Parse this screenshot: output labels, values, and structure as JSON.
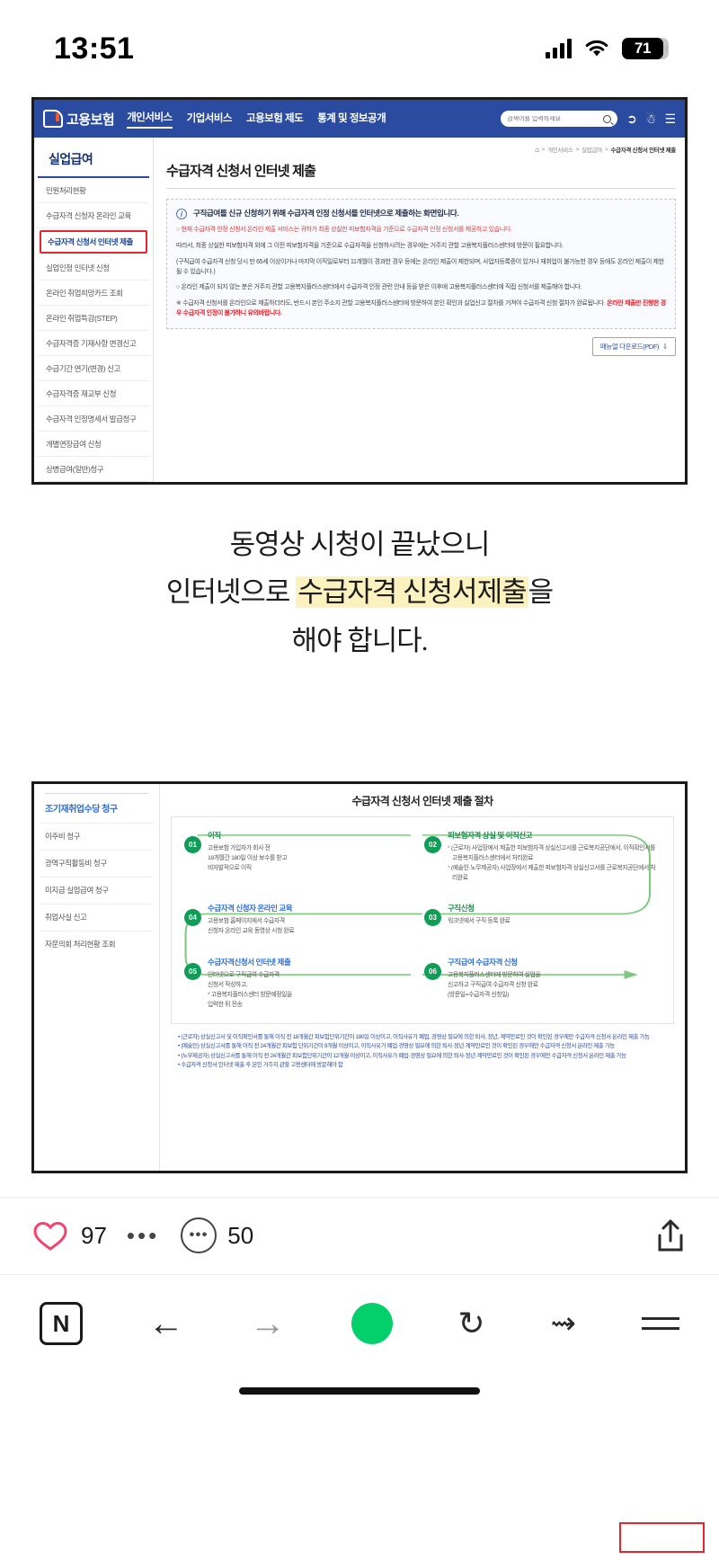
{
  "status_bar": {
    "time": "13:51",
    "battery": "71",
    "signal_icon": "cellular-signal-icon",
    "wifi_icon": "wifi-icon"
  },
  "screenshot_one": {
    "site": {
      "logo_text": "고용보험",
      "nav": [
        {
          "label": "개인서비스",
          "active": true
        },
        {
          "label": "기업서비스",
          "active": false
        },
        {
          "label": "고용보험 제도",
          "active": false
        },
        {
          "label": "통계 및 정보공개",
          "active": false
        }
      ],
      "search_placeholder": "검색어를 입력하세요",
      "icons": [
        "logout-icon",
        "user-icon",
        "hamburger-menu-icon"
      ]
    },
    "sidebar": {
      "title": "실업급여",
      "items": [
        {
          "label": "민원처리현황",
          "highlighted": false
        },
        {
          "label": "수급자격 신청자 온라인 교육",
          "highlighted": false
        },
        {
          "label": "수급자격 신청서 인터넷 제출",
          "highlighted": true
        },
        {
          "label": "실업인정 인터넷 신청",
          "highlighted": false
        },
        {
          "label": "온라인 취업희망카드 조회",
          "highlighted": false
        },
        {
          "label": "온라인 취업특강(STEP)",
          "highlighted": false
        },
        {
          "label": "수급자격증 기재사항 변경신고",
          "highlighted": false
        },
        {
          "label": "수급기간 연기(변경) 신고",
          "highlighted": false
        },
        {
          "label": "수급자격증 재교부 신청",
          "highlighted": false
        },
        {
          "label": "수급자격 인정명세서 발급청구",
          "highlighted": false
        },
        {
          "label": "개별연장급여 신청",
          "highlighted": false
        },
        {
          "label": "상병급여(일반)청구",
          "highlighted": false
        }
      ]
    },
    "breadcrumb": {
      "home_icon": "home-icon",
      "path": [
        "개인서비스",
        "실업급여"
      ],
      "current": "수급자격 신청서 인터넷 제출"
    },
    "page_title": "수급자격 신청서 인터넷 제출",
    "info_box": {
      "icon": "info-icon",
      "headline": "구직급여를 신규 신청하기 위해 수급자격 인정 신청서를 인터넷으로 제출하는 화면입니다.",
      "paragraphs": [
        "○ 현재 수급자격 인정 신청서 온라인 제출 서비스는 귀하가 최종 상실한 피보험자격을 기준으로 수급자격 인정 신청서를 제공하고 있습니다.",
        "따라서, 최종 상실한 피보험자격 외에 그 이전 피보험자격을 기준으로 수급자격을 신청하시려는 경우에는 거주지 관할 고용복지플러스센터에 방문이 필요합니다.",
        "(구직급여 수급자격 신청 당시 만 65세 이상이거나 마지막 이직일로부터 11개월이 경과한 경우 등에는 온라인 제출이 제한되며, 사업자등록증이 있거나 재취업이 불가능한 경우 등에도 온라인 제출이 제한 될 수 있습니다.)",
        "○ 온라인 제출이 되지 않는 분은 거주지 관할 고용복지플러스센터에서 수급자격 인정 관련 안내 등을 받은 이후에 고용복지플러스센터에 직접 신청서를 제출해야 합니다."
      ],
      "note_prefix": "※ 수급자격 신청서를 온라인으로 제출하더라도, 반드시 본인 주소지 관할 고용복지플러스센터에 방문하여 본인 확인과 실업신고 절차를 거쳐야 수급자격 신청 절차가 완료됩니다.",
      "note_emphasis": "온라인 제출만 진행한 경우 수급자격 인정이 불가하니 유의바랍니다."
    },
    "download_button": {
      "label": "매뉴얼 다운로드(PDF)",
      "icon": "download-icon"
    }
  },
  "caption": {
    "line1": "동영상 시청이 끝났으니",
    "line2_pre": "인터넷으로 ",
    "line2_highlight": "수급자격 신청서제출",
    "line2_post": "을",
    "line3": "해야 합니다."
  },
  "screenshot_two": {
    "sidebar": {
      "title": "조기재취업수당 청구",
      "items": [
        "이주비 청구",
        "광역구직활동비 청구",
        "미지급 실업급여 청구",
        "취업사실 신고",
        "자문의회 처리현황 조회"
      ]
    },
    "title": "수급자격 신청서 인터넷 제출 절차",
    "steps": [
      {
        "number": "01",
        "heading": "이직",
        "lines": [
          "고용보험 가입자가 회사 전",
          "18개월간 180일 이상 보수를 받고",
          "비자발적으로 이직"
        ],
        "bullets": []
      },
      {
        "number": "02",
        "heading": "피보험자격 상실 및 이직신고",
        "lines": [],
        "bullets": [
          "(근로자) 사업장에서 제출한 피보험자격 상실신고서를 근로복지공단에서, 이직확인서를 고용복지플러스센터에서 처리완료",
          "(예술인·노무제공자) 사업장에서 제출한 피보험자격 상실신고서를 근로복지공단에서 처리완료"
        ]
      },
      {
        "number": "04",
        "heading": "수급자격 신청자 온라인 교육",
        "lines": [
          "고용보험 홈페이지에서 수급자격",
          "신청자 온라인 교육 동영상 시청 완료"
        ],
        "bullets": []
      },
      {
        "number": "03",
        "heading": "구직신청",
        "lines": [
          "워크넷에서 구직 등록 완료"
        ],
        "bullets": []
      },
      {
        "number": "05",
        "heading": "수급자격신청서 인터넷 제출",
        "lines": [
          "인터넷으로 구직급여 수급자격",
          "신청서 작성하고,",
          "* 고용복지플러스센터 방문예정일을",
          "입력한 뒤 전송"
        ],
        "bullets": []
      },
      {
        "number": "06",
        "heading": "구직급여 수급자격 신청",
        "lines": [
          "고용복지플러스센터에 방문하여 실업을",
          "신고하고 구직급여 수급자격 신청 완료",
          "(방문일=수급자격 신청일)"
        ],
        "bullets": []
      }
    ],
    "notes": [
      "(근로자) 상실신고서 및 이직확인서를 통해 이직 전 18개월간 피보험단위기간이 180일 이상이고, 이직사유가 폐업, 경영상 필요에 의한 퇴사, 정년, 계약만료인 것이 확인된 경우에만 수급자격 신청서 온라인 제출 가능",
      "(예술인) 상실신고서를 통해 이직 전 24개월간 피보험 단위기간이 9개월 이상이고, 이직사유가 폐업·경영상 필요에 의한 퇴사·정년·계약만료인 것이 확인된 경우에만 수급자격 신청서 온라인 제출 가능",
      "(노무제공자) 상실신고서를 통해 이직 전 24개월간 피보험단위기간이 12개월 이상이고, 이직사유가 폐업·경영상 필요에 의한 퇴사·정년·계약만료인 것이 확인된 경우에만 수급자격 신청서 온라인 제출 가능",
      "수급자격 신청서 인터넷 제출 후 본인 거주지 관할 고용센터에 방문해야 함"
    ]
  },
  "engagement": {
    "like_icon": "heart-icon",
    "like_count": "97",
    "more_icon": "more-dots-icon",
    "comment_icon": "comment-bubble-icon",
    "comment_count": "50",
    "share_icon": "share-upload-icon"
  },
  "browser_bar": {
    "naver_label": "N",
    "back_icon": "arrow-left-icon",
    "forward_icon": "arrow-right-icon",
    "record_icon": "green-circle-icon",
    "refresh_icon": "refresh-icon",
    "share_icon": "share-arrow-icon",
    "menu_icon": "hamburger-menu-icon"
  }
}
